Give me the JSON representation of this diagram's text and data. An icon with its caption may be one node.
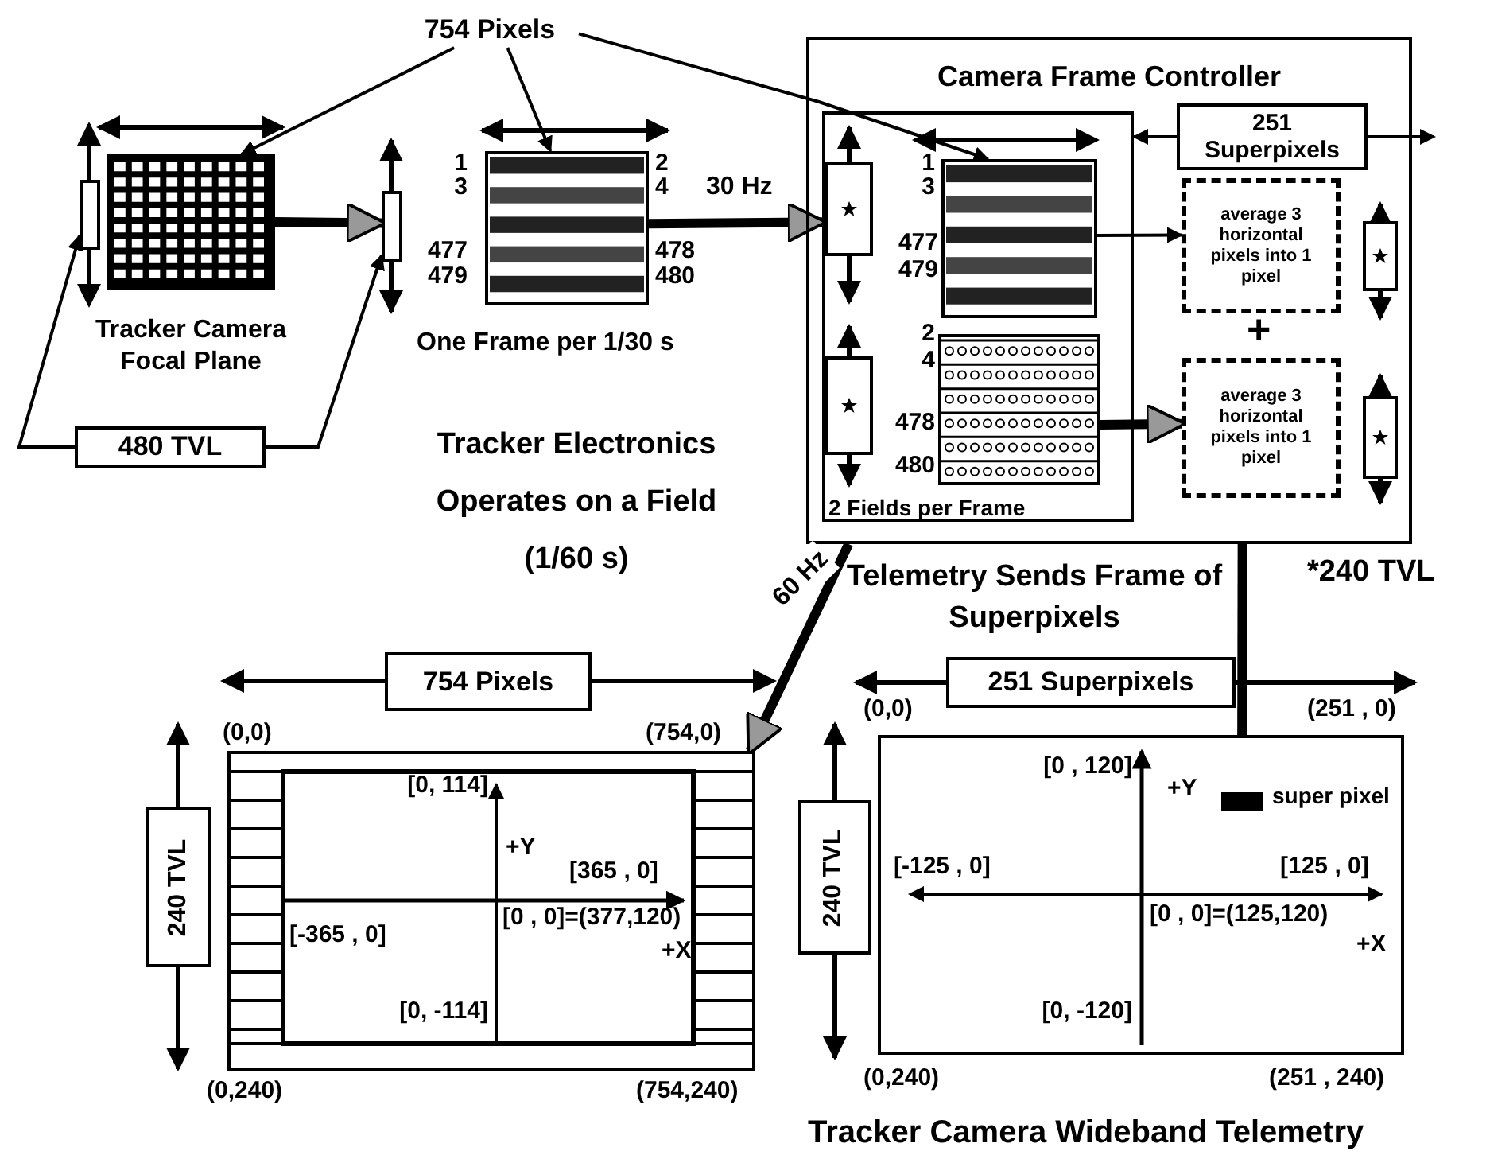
{
  "diagram": {
    "caption": "Tracker Camera Wideband Telemetry",
    "nodes": [
      {
        "text": [
          "754 Pixels"
        ]
      },
      {
        "text": [],
        "shape": "picture",
        "beside": [
          "Tracker Camera Focal Plane"
        ]
      },
      {
        "text": [
          "480 TVL"
        ]
      },
      {
        "text": [],
        "shape": "box"
      },
      {
        "text": [],
        "shape": "box"
      },
      {
        "text": [],
        "shape": "picture"
      },
      {
        "text": [
          "Camera Frame Controller"
        ]
      },
      {
        "text": [
          "2 Fields per Frame"
        ],
        "in": 6
      },
      {
        "text": [],
        "shape": "picture",
        "in": 7
      },
      {
        "text": [],
        "shape": "picture",
        "in": 7
      },
      {
        "text": [
          "251 Superpixels"
        ],
        "in": 6
      },
      {
        "text": [
          "average 3 horizontal pixels into 1 pixel"
        ],
        "in": 6
      },
      {
        "text": [
          "average 3 horizontal pixels into 1 pixel"
        ],
        "in": 6
      },
      {
        "text": [],
        "shape": "picture"
      },
      {
        "text": [
          "754 Pixels"
        ]
      },
      {
        "text": [
          "240 TVL"
        ]
      },
      {
        "text": [],
        "shape": "picture"
      },
      {
        "text": [
          "251 Superpixels"
        ]
      },
      {
        "text": [
          "240 TVL"
        ]
      },
      {
        "text": [],
        "shape": "bar",
        "beside": [
          "super pixel"
        ],
        "in": 16
      }
    ],
    "edges": [
      {
        "from": 0,
        "to": 1,
        "arrow": "to"
      },
      {
        "from": 0,
        "to": 5,
        "arrow": "to"
      },
      {
        "from": 0,
        "to": 8,
        "arrow": "to"
      },
      {
        "from": 1,
        "to": 4,
        "arrow": "to",
        "style": "thick"
      },
      {
        "from": 2,
        "to": 3,
        "arrow": "to"
      },
      {
        "from": 2,
        "to": 4,
        "arrow": "to"
      },
      {
        "from": 5,
        "to": 7,
        "arrow": "to",
        "style": "thick",
        "label": "30 Hz"
      },
      {
        "from": 8,
        "to": 11,
        "arrow": "to"
      },
      {
        "from": 9,
        "to": 12,
        "arrow": "to",
        "style": "thick"
      },
      {
        "from": 10,
        "to": 7,
        "arrow": "to"
      },
      {
        "from": 10,
        "to": null,
        "arrow": "to"
      },
      {
        "from": 6,
        "to": 13,
        "arrow": "to",
        "style": "thick",
        "label": "60 Hz"
      },
      {
        "from": 6,
        "to": 19,
        "arrow": "to",
        "style": "thick"
      }
    ],
    "labels": [
      "1",
      "3",
      "477",
      "479",
      "2",
      "4",
      "478",
      "480",
      "One Frame per 1/30 s",
      "Tracker Electronics Operates on a Field (1/60 s)",
      "1",
      "3",
      "477",
      "479",
      "2",
      "4",
      "478",
      "480",
      "+",
      "*240 TVL",
      "Telemetry Sends Frame of Superpixels",
      "(0,0)",
      "(754,0)",
      "[0, 114]",
      "+Y",
      "[365 , 0]",
      "[-365 , 0]",
      "[0 , 0]=(377,120)",
      "+X",
      "[0, -114]",
      "(0,240)",
      "(754,240)",
      "(0,0)",
      "(251 , 0)",
      "[0 , 120]",
      "+Y",
      "[-125 , 0]",
      "[125 , 0]",
      "[0 , 0]=(125,120)",
      "+X",
      "[0, -120]",
      "(0,240)",
      "(251 , 240)"
    ]
  }
}
